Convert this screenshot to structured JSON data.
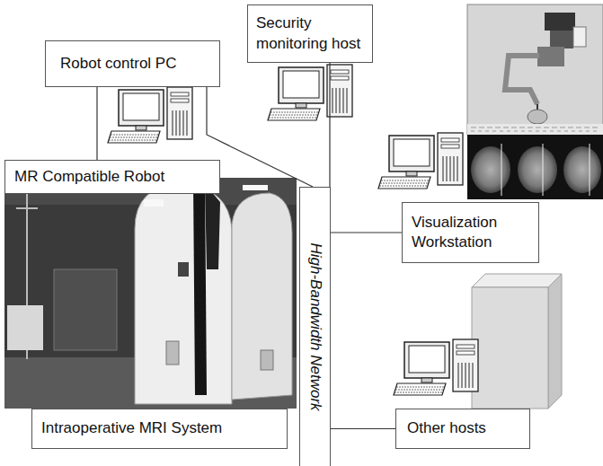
{
  "diagram": {
    "nodes": [
      {
        "text": [
          "Robot control PC"
        ]
      },
      {
        "text": [
          "Security monitoring host"
        ]
      },
      {
        "text": [
          "MR Compatible Robot"
        ]
      },
      {
        "text": [
          "High-Bandwidth Network"
        ]
      },
      {
        "text": [
          "Visualization Workstation"
        ]
      },
      {
        "text": [
          "Intraoperative MRI System"
        ]
      },
      {
        "text": [
          "Other hosts"
        ]
      }
    ],
    "edges": [
      {
        "from": 0,
        "to": 3,
        "arrow": "none"
      },
      {
        "from": 1,
        "to": 3,
        "arrow": "none"
      },
      {
        "from": 3,
        "to": 4,
        "arrow": "none"
      },
      {
        "from": 3,
        "to": 6,
        "arrow": "none"
      },
      {
        "from": 0,
        "to": 2,
        "arrow": "none"
      }
    ]
  }
}
